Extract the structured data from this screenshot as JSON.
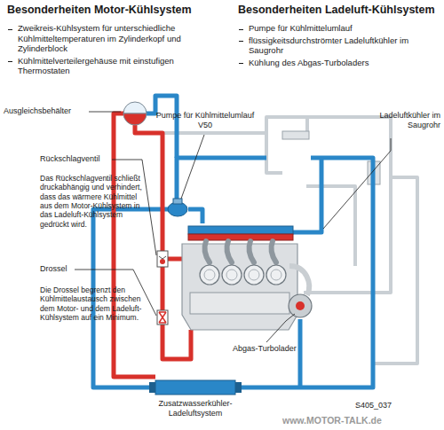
{
  "diagram": {
    "labels": [
      "Besonderheiten Motor-Kühlsystem",
      "Zweikreis-Kühlsystem für unterschiedliche Kühlmitteltemperaturen im Zylinderkopf und Zylinderblock",
      "Kühlmittelverteilergehäuse mit einstufigen Thermostaten",
      "Besonderheiten Ladeluft-Kühlsystem",
      "Pumpe für Kühlmittelumlauf",
      "flüssigkeitsdurchströmter Ladeluftkühler im Saugrohr",
      "Kühlung des Abgas-Turboladers",
      "Ausgleichsbehälter",
      "Pumpe für Kühlmittelumlauf V50",
      "Ladeluftkühler im Saugrohr",
      "Rückschlagventil",
      "Das Rückschlagventil schließt druckabhängig und verhindert, dass das wärmere Kühlmittel aus dem Motor-Kühlsystem in das Ladeluft-Kühlsystem gedrückt wird.",
      "Drossel",
      "Die Drossel begrenzt den Kühlmittelaustausch zwischen dem Motor- und dem Ladeluft-Kühlsystem auf ein Minimum.",
      "Abgas-Turbolader",
      "Zusatzwasserkühler-Ladeluftsystem",
      "S405_037",
      "www.MOTOR-TALK.de"
    ]
  }
}
